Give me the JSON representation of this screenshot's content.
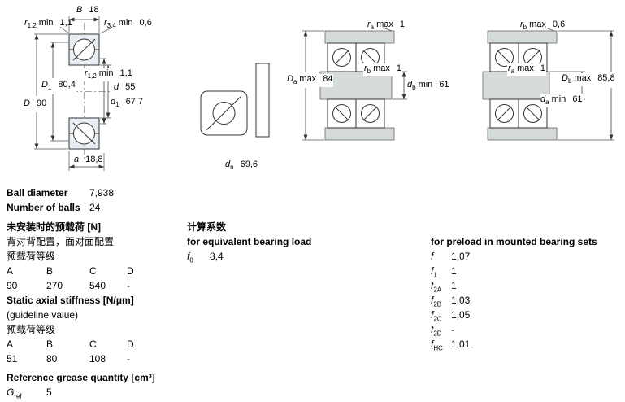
{
  "colors": {
    "housing_shade": "#d5dadb",
    "bearing_section_fill": "#e9eef5"
  },
  "drawings": {
    "front": {
      "b": {
        "base": "B",
        "value": "18"
      },
      "r12_top": {
        "base": "r",
        "sub": "1,2",
        "suffix": "min",
        "value": "1,1"
      },
      "r34_top": {
        "base": "r",
        "sub": "3,4",
        "suffix": "min",
        "value": "0,6"
      },
      "r12_inner": {
        "base": "r",
        "sub": "1,2",
        "suffix": "min",
        "value": "1,1"
      },
      "d": {
        "base": "d",
        "value": "55"
      },
      "d1": {
        "base": "d",
        "sub": "1",
        "value": "67,7"
      },
      "D1": {
        "base": "D",
        "sub": "1",
        "value": "80,4"
      },
      "D": {
        "base": "D",
        "value": "90"
      },
      "a": {
        "base": "a",
        "value": "18,8"
      }
    },
    "pictogram": {
      "dn": {
        "base": "d",
        "sub": "n",
        "value": "69,6"
      }
    },
    "mount_back_to_back": {
      "ra_max": {
        "base": "r",
        "sub": "a",
        "suffix": "max",
        "value": "1"
      },
      "Da_max": {
        "base": "D",
        "sub": "a",
        "suffix": "max",
        "value": "84"
      },
      "rb_max": {
        "base": "r",
        "sub": "b",
        "suffix": "max",
        "value": "1"
      },
      "db_min": {
        "base": "d",
        "sub": "b",
        "suffix": "min",
        "value": "61"
      }
    },
    "mount_face_to_face": {
      "rb_max": {
        "base": "r",
        "sub": "b",
        "suffix": "max",
        "value": "0,6"
      },
      "ra_max": {
        "base": "r",
        "sub": "a",
        "suffix": "max",
        "value": "1"
      },
      "Db_max": {
        "base": "D",
        "sub": "b",
        "suffix": "max",
        "value": "85,8"
      },
      "da_min": {
        "base": "d",
        "sub": "a",
        "suffix": "min",
        "value": "61"
      }
    }
  },
  "specs": {
    "ball_diameter": {
      "label": "Ball diameter",
      "value": "7,938"
    },
    "number_of_balls": {
      "label": "Number of balls",
      "value": "24"
    }
  },
  "preload_unmounted": {
    "title": "未安装时的预载荷 [N]",
    "subtitle": "背对背配置，面对面配置",
    "class_label": "预载荷等级",
    "headers": [
      "A",
      "B",
      "C",
      "D"
    ],
    "values": [
      "90",
      "270",
      "540",
      "-"
    ]
  },
  "stiffness": {
    "title": "Static axial stiffness [N/μm]",
    "subtitle": "(guideline value)",
    "class_label": "预载荷等级",
    "headers": [
      "A",
      "B",
      "C",
      "D"
    ],
    "values": [
      "51",
      "80",
      "108",
      "-"
    ]
  },
  "grease": {
    "title": "Reference grease quantity [cm³]",
    "symbol": {
      "base": "G",
      "sub": "ref"
    },
    "value": "5"
  },
  "calc_factors": {
    "title": "计算系数",
    "subtitle": "for equivalent bearing load",
    "f0": {
      "base": "f",
      "sub": "0",
      "value": "8,4"
    }
  },
  "preload_factors": {
    "title": "for preload in mounted bearing sets",
    "rows": [
      {
        "base": "f",
        "sub": "",
        "value": "1,07"
      },
      {
        "base": "f",
        "sub": "1",
        "value": "1"
      },
      {
        "base": "f",
        "sub": "2A",
        "value": "1"
      },
      {
        "base": "f",
        "sub": "2B",
        "value": "1,03"
      },
      {
        "base": "f",
        "sub": "2C",
        "value": "1,05"
      },
      {
        "base": "f",
        "sub": "2D",
        "value": "-"
      },
      {
        "base": "f",
        "sub": "HC",
        "value": "1,01"
      }
    ]
  }
}
